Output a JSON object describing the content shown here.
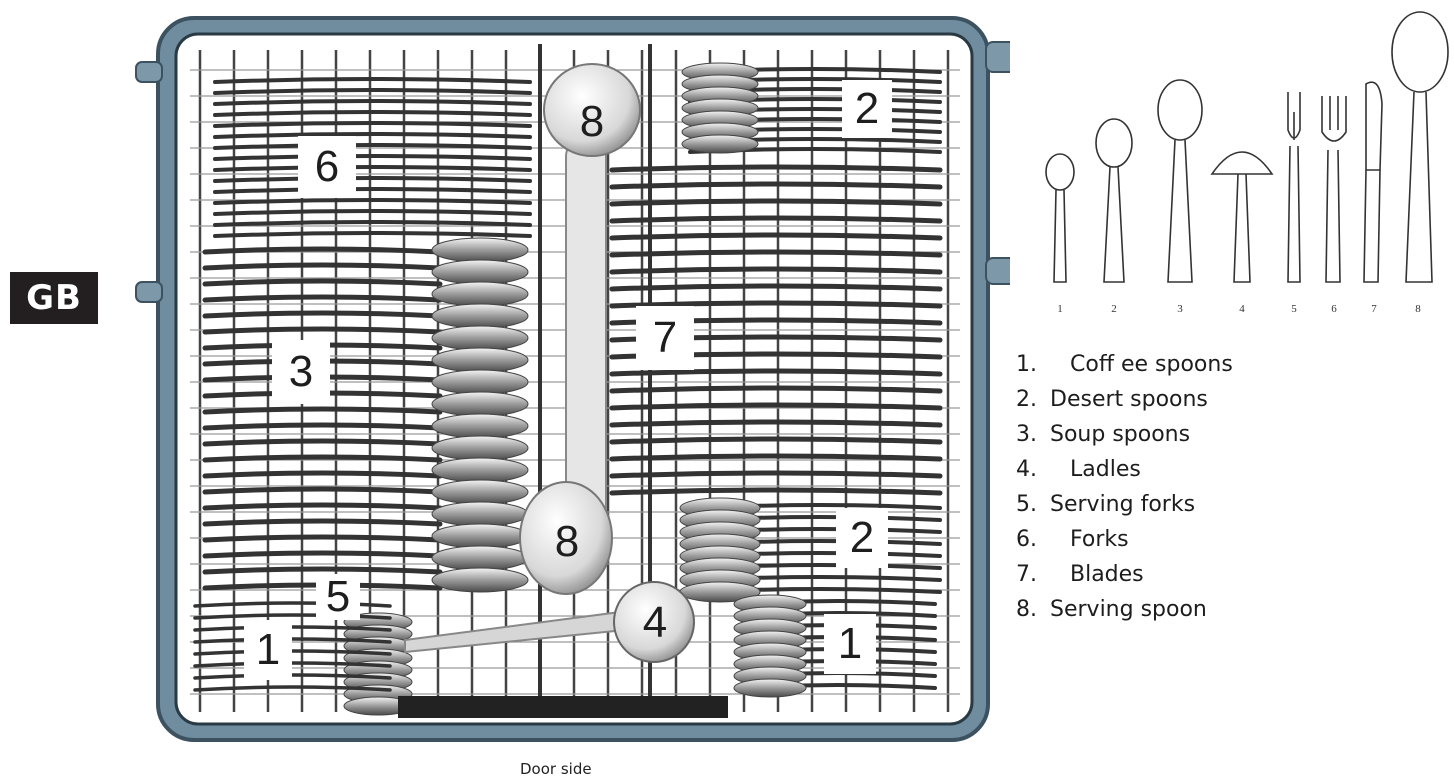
{
  "badge": {
    "label": "GB"
  },
  "rack": {
    "numbers": [
      "8",
      "2",
      "6",
      "3",
      "7",
      "8",
      "2",
      "5",
      "4",
      "1",
      "1"
    ],
    "door_label": "Door side"
  },
  "utensil_numbers": [
    "1",
    "2",
    "3",
    "4",
    "5",
    "6",
    "7",
    "8"
  ],
  "legend": [
    {
      "num": "1.",
      "label": "Coff ee spoons"
    },
    {
      "num": "2.",
      "label": "Desert spoons"
    },
    {
      "num": "3.",
      "label": "Soup spoons"
    },
    {
      "num": "4.",
      "label": "Ladles"
    },
    {
      "num": "5.",
      "label": "Serving forks"
    },
    {
      "num": "6.",
      "label": "Forks"
    },
    {
      "num": "7.",
      "label": "Blades"
    },
    {
      "num": "8.",
      "label": "Serving spoon"
    }
  ],
  "colors": {
    "frame": "#5d7d8f",
    "wire": "#3a3a3a",
    "cutlery": "#9a9a9a"
  }
}
